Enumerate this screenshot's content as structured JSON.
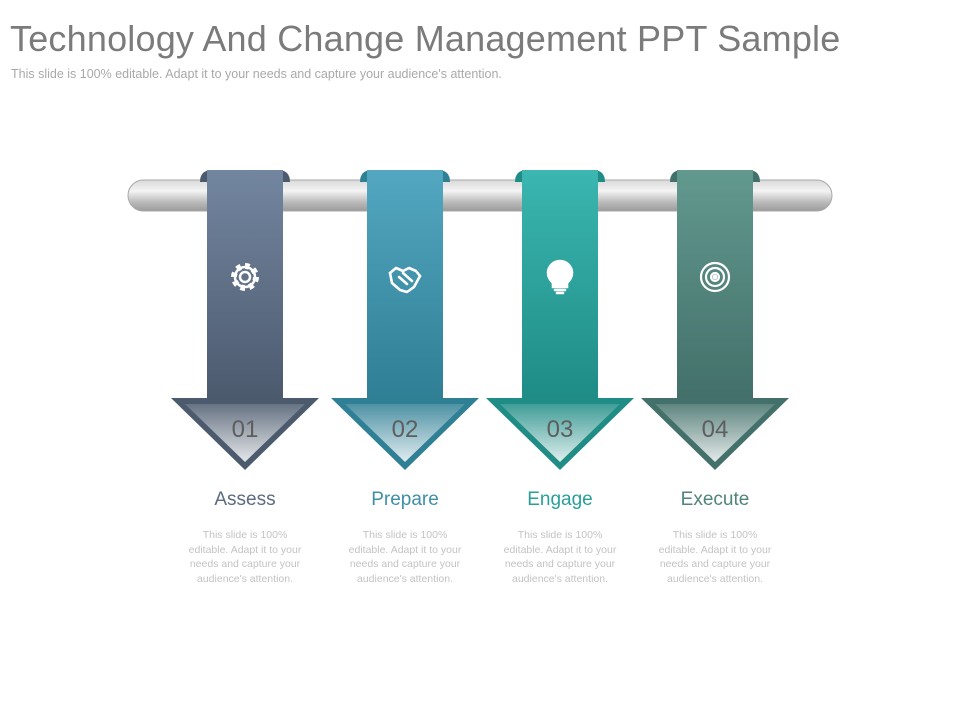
{
  "header": {
    "title": "Technology And Change Management PPT Sample",
    "subtitle": "This slide is 100% editable. Adapt it to your needs and capture your audience's attention."
  },
  "steps": [
    {
      "number": "01",
      "label": "Assess",
      "description": "This slide is 100% editable. Adapt it to your needs and capture your audience's attention.",
      "icon": "gear-icon",
      "color_top": "#7386a0",
      "color_bottom": "#4c5a6e",
      "label_color": "#5a6b82"
    },
    {
      "number": "02",
      "label": "Prepare",
      "description": "This slide is 100% editable. Adapt it to your needs and capture your audience's attention.",
      "icon": "handshake-icon",
      "color_top": "#53a7c0",
      "color_bottom": "#2f7f95",
      "label_color": "#3f8fa8"
    },
    {
      "number": "03",
      "label": "Engage",
      "description": "This slide is 100% editable. Adapt it to your needs and capture your audience's attention.",
      "icon": "lightbulb-icon",
      "color_top": "#3bb6b0",
      "color_bottom": "#1f8c86",
      "label_color": "#2a9f99"
    },
    {
      "number": "04",
      "label": "Execute",
      "description": "This slide is 100% editable. Adapt it to your needs and capture your audience's attention.",
      "icon": "target-icon",
      "color_top": "#62998f",
      "color_bottom": "#43706a",
      "label_color": "#4f847b"
    }
  ]
}
